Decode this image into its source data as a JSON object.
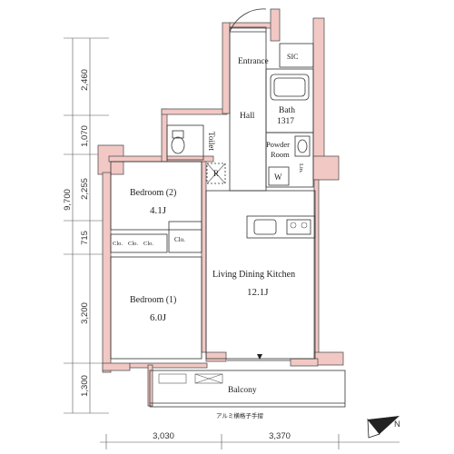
{
  "rooms": {
    "entrance": "Entrance",
    "sic": "SIC",
    "bath": "Bath",
    "bath_size": "1317",
    "hall": "Hall",
    "toilet": "Toilet",
    "powder_room_line1": "Powder",
    "powder_room_line2": "Room",
    "washer": "W",
    "linen": "Lin.",
    "refrigerator": "R",
    "bedroom2": "Bedroom (2)",
    "bedroom2_size": "4.1J",
    "closet": "Clo.",
    "closet2": "Clo.",
    "closet3": "Clo.",
    "closet4": "Clo.",
    "ldk": "Living Dining Kitchen",
    "ldk_size": "12.1J",
    "bedroom1": "Bedroom (1)",
    "bedroom1_size": "6.0J",
    "balcony": "Balcony",
    "balcony_note": "アルミ横格子手摺"
  },
  "dimensions": {
    "left": [
      "2,460",
      "1,070",
      "2,255",
      "715",
      "3,200",
      "1,300"
    ],
    "total_height": "9,700",
    "bottom": [
      "3,030",
      "3,370"
    ]
  },
  "compass": {
    "north": "N"
  }
}
